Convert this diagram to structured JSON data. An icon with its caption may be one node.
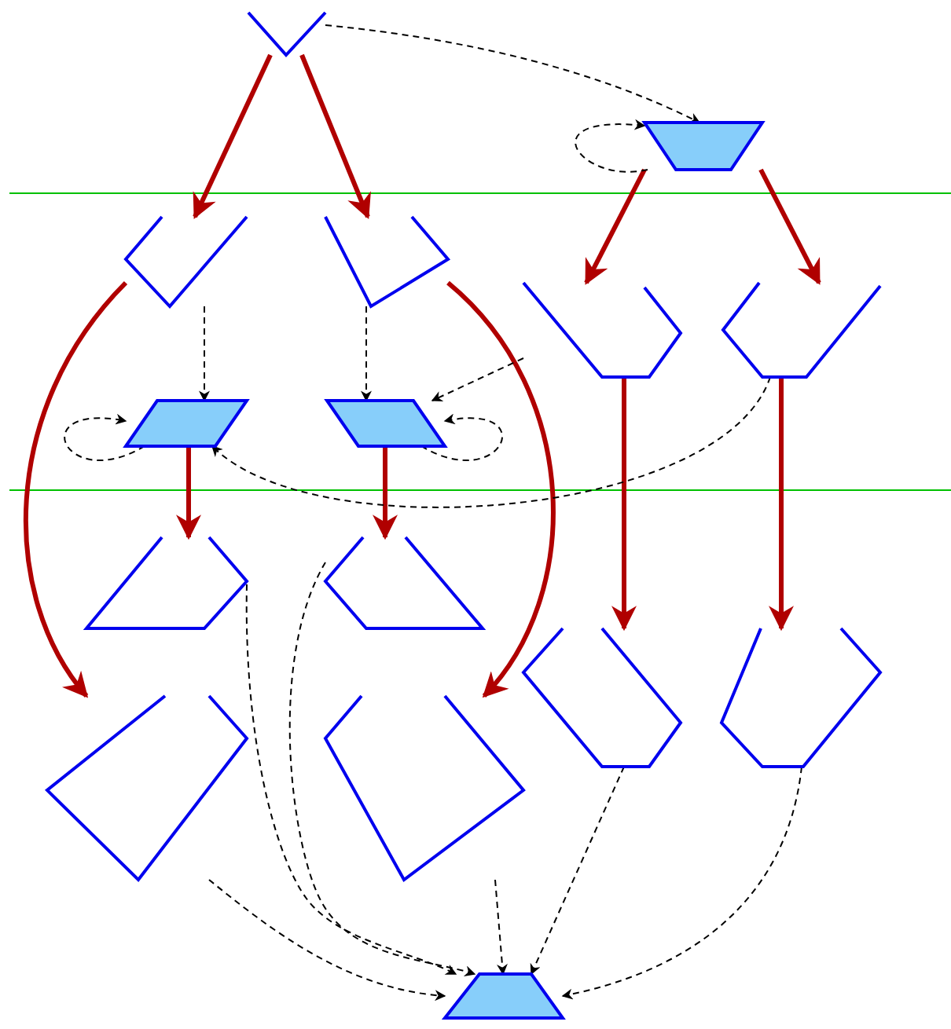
{
  "diagram": {
    "nodes": [
      {
        "text": [],
        "shape": "outline"
      },
      {
        "text": [],
        "shape": "trapezoid"
      },
      {
        "text": [],
        "shape": "outline"
      },
      {
        "text": [],
        "shape": "outline"
      },
      {
        "text": [],
        "shape": "outline"
      },
      {
        "text": [],
        "shape": "outline"
      },
      {
        "text": [],
        "shape": "parallelogram"
      },
      {
        "text": [],
        "shape": "parallelogram"
      },
      {
        "text": [],
        "shape": "outline"
      },
      {
        "text": [],
        "shape": "outline"
      },
      {
        "text": [],
        "shape": "outline"
      },
      {
        "text": [],
        "shape": "outline"
      },
      {
        "text": [],
        "shape": "outline"
      },
      {
        "text": [],
        "shape": "outline"
      },
      {
        "text": [],
        "shape": "trapezoid"
      }
    ],
    "edges": [
      {
        "from": 0,
        "to": 2,
        "arrow": "to",
        "style": "thick",
        "color": "#b00000"
      },
      {
        "from": 0,
        "to": 3,
        "arrow": "to",
        "style": "thick",
        "color": "#b00000"
      },
      {
        "from": 1,
        "to": 4,
        "arrow": "to",
        "style": "thick",
        "color": "#b00000"
      },
      {
        "from": 1,
        "to": 5,
        "arrow": "to",
        "style": "thick",
        "color": "#b00000"
      },
      {
        "from": 2,
        "to": 12,
        "arrow": "to",
        "style": "thick",
        "color": "#b00000"
      },
      {
        "from": 3,
        "to": 13,
        "arrow": "to",
        "style": "thick",
        "color": "#b00000"
      },
      {
        "from": 6,
        "to": 8,
        "arrow": "to",
        "style": "thick",
        "color": "#b00000"
      },
      {
        "from": 7,
        "to": 9,
        "arrow": "to",
        "style": "thick",
        "color": "#b00000"
      },
      {
        "from": 4,
        "to": 10,
        "arrow": "to",
        "style": "thick",
        "color": "#b00000"
      },
      {
        "from": 5,
        "to": 11,
        "arrow": "to",
        "style": "thick",
        "color": "#b00000"
      },
      {
        "from": 0,
        "to": 1,
        "arrow": "to",
        "style": "dashed"
      },
      {
        "from": 1,
        "to": 1,
        "arrow": "to",
        "style": "dashed"
      },
      {
        "from": 2,
        "to": 6,
        "arrow": "to",
        "style": "dashed"
      },
      {
        "from": 3,
        "to": 7,
        "arrow": "to",
        "style": "dashed"
      },
      {
        "from": 6,
        "to": 6,
        "arrow": "to",
        "style": "dashed"
      },
      {
        "from": 7,
        "to": 7,
        "arrow": "to",
        "style": "dashed"
      },
      {
        "from": 4,
        "to": 7,
        "arrow": "to",
        "style": "dashed"
      },
      {
        "from": 5,
        "to": 6,
        "arrow": "to",
        "style": "dashed"
      },
      {
        "from": 8,
        "to": 14,
        "arrow": "to",
        "style": "dashed"
      },
      {
        "from": 9,
        "to": 14,
        "arrow": "to",
        "style": "dashed"
      },
      {
        "from": 12,
        "to": 14,
        "arrow": "to",
        "style": "dashed"
      },
      {
        "from": 13,
        "to": 14,
        "arrow": "to",
        "style": "dashed"
      },
      {
        "from": 10,
        "to": 14,
        "arrow": "to",
        "style": "dashed"
      },
      {
        "from": 11,
        "to": 14,
        "arrow": "to",
        "style": "dashed"
      }
    ]
  }
}
